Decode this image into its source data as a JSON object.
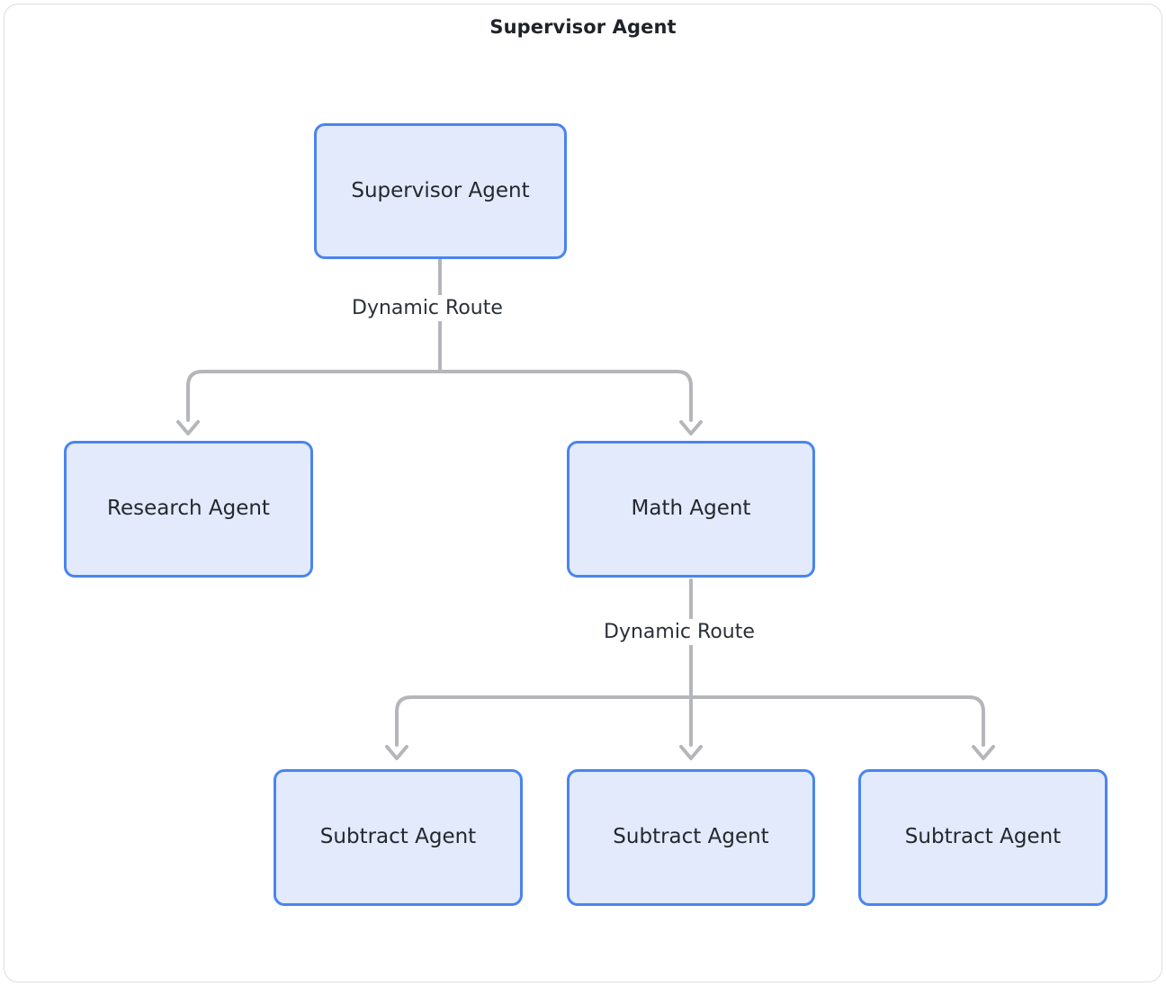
{
  "title": "Supervisor Agent",
  "colors": {
    "node_fill": "#e2eafc",
    "node_border": "#4a84f0",
    "edge_stroke": "#b4b6ba",
    "frame_border": "#dcdde2",
    "text": "#24282e",
    "background": "#ffffff"
  },
  "nodes": [
    {
      "id": "supervisor",
      "label": "Supervisor Agent"
    },
    {
      "id": "research",
      "label": "Research Agent"
    },
    {
      "id": "math",
      "label": "Math Agent"
    },
    {
      "id": "subtract1",
      "label": "Subtract Agent"
    },
    {
      "id": "subtract2",
      "label": "Subtract Agent"
    },
    {
      "id": "subtract3",
      "label": "Subtract Agent"
    }
  ],
  "edge_labels": [
    {
      "id": "route-top",
      "label": "Dynamic Route"
    },
    {
      "id": "route-bottom",
      "label": "Dynamic Route"
    }
  ],
  "edges": [
    {
      "from": "supervisor",
      "to": "research",
      "label": "Dynamic Route"
    },
    {
      "from": "supervisor",
      "to": "math",
      "label": "Dynamic Route"
    },
    {
      "from": "math",
      "to": "subtract1",
      "label": "Dynamic Route"
    },
    {
      "from": "math",
      "to": "subtract2",
      "label": "Dynamic Route"
    },
    {
      "from": "math",
      "to": "subtract3",
      "label": "Dynamic Route"
    }
  ]
}
